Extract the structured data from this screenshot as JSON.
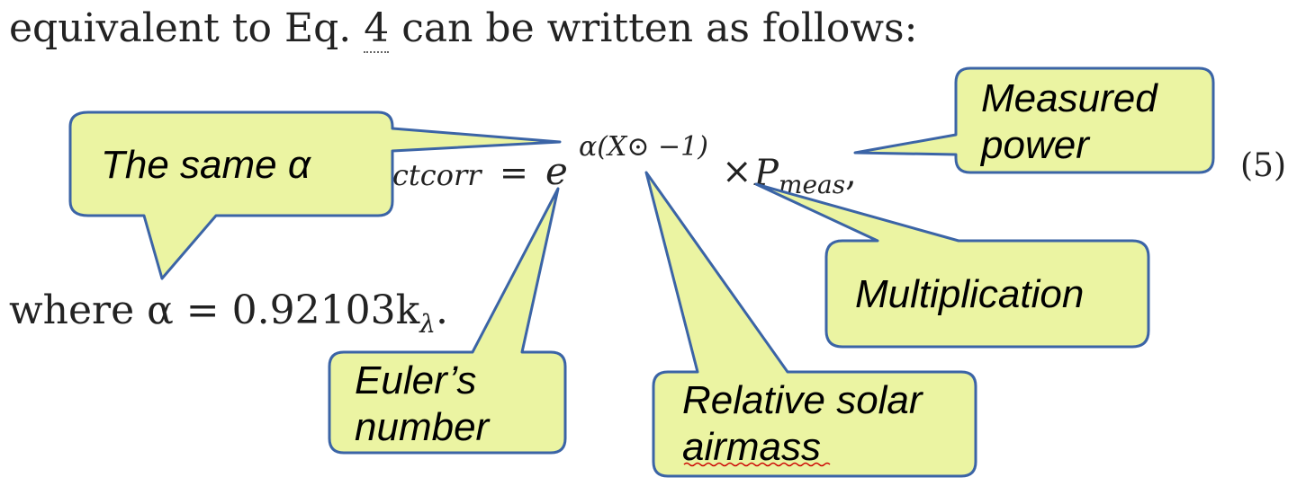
{
  "intro": {
    "before": "equivalent to Eq. ",
    "ref": "4",
    "after": " can be written as follows:"
  },
  "equation": {
    "lhs_tail": "ctcorr",
    "equals": "=",
    "base": "e",
    "exponent": "α(X⊙ −1)",
    "times": "×",
    "p": "P",
    "p_sub": "meas",
    "comma": ",",
    "number": "(5)"
  },
  "where": {
    "text": "where α = 0.92103k",
    "sub": "λ",
    "end": "."
  },
  "callouts": {
    "same_alpha": "The same α",
    "measured_power": [
      "Measured",
      "power"
    ],
    "multiplication": "Multiplication",
    "eulers_number": [
      "Euler’s",
      "number"
    ],
    "relative_airmass": [
      "Relative solar",
      "airmass"
    ]
  },
  "colors": {
    "callout_fill": "#ebf4a2",
    "callout_stroke": "#3b64a6",
    "spellcheck": "#cc0000"
  }
}
